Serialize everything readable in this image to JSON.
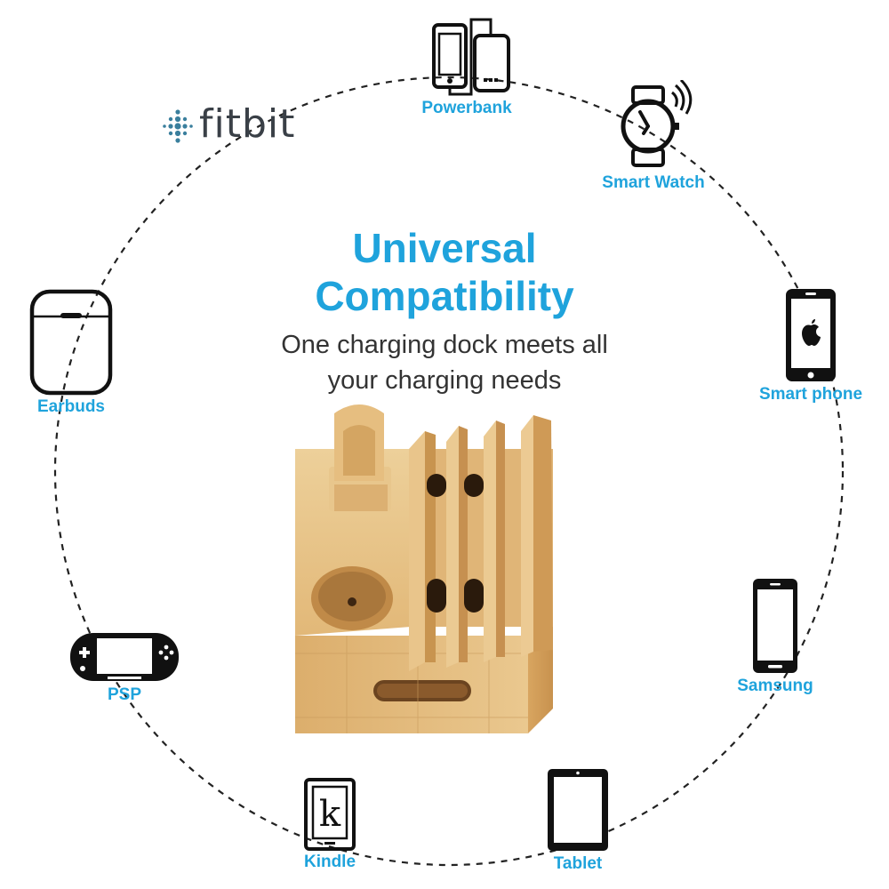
{
  "title_line1": "Universal",
  "title_line2": "Compatibility",
  "subtitle_line1": "One charging dock meets all",
  "subtitle_line2": "your charging needs",
  "brand_logo": "fitbit",
  "devices": {
    "powerbank": "Powerbank",
    "smart_watch": "Smart Watch",
    "smart_phone": "Smart phone",
    "samsung": "Samsung",
    "tablet": "Tablet",
    "kindle": "Kindle",
    "psp": "PSP",
    "earbuds": "Earbuds"
  },
  "kindle_glyph": "k",
  "colors": {
    "accent": "#1fa3dc",
    "icon": "#111111",
    "wood": "#e3b777"
  }
}
